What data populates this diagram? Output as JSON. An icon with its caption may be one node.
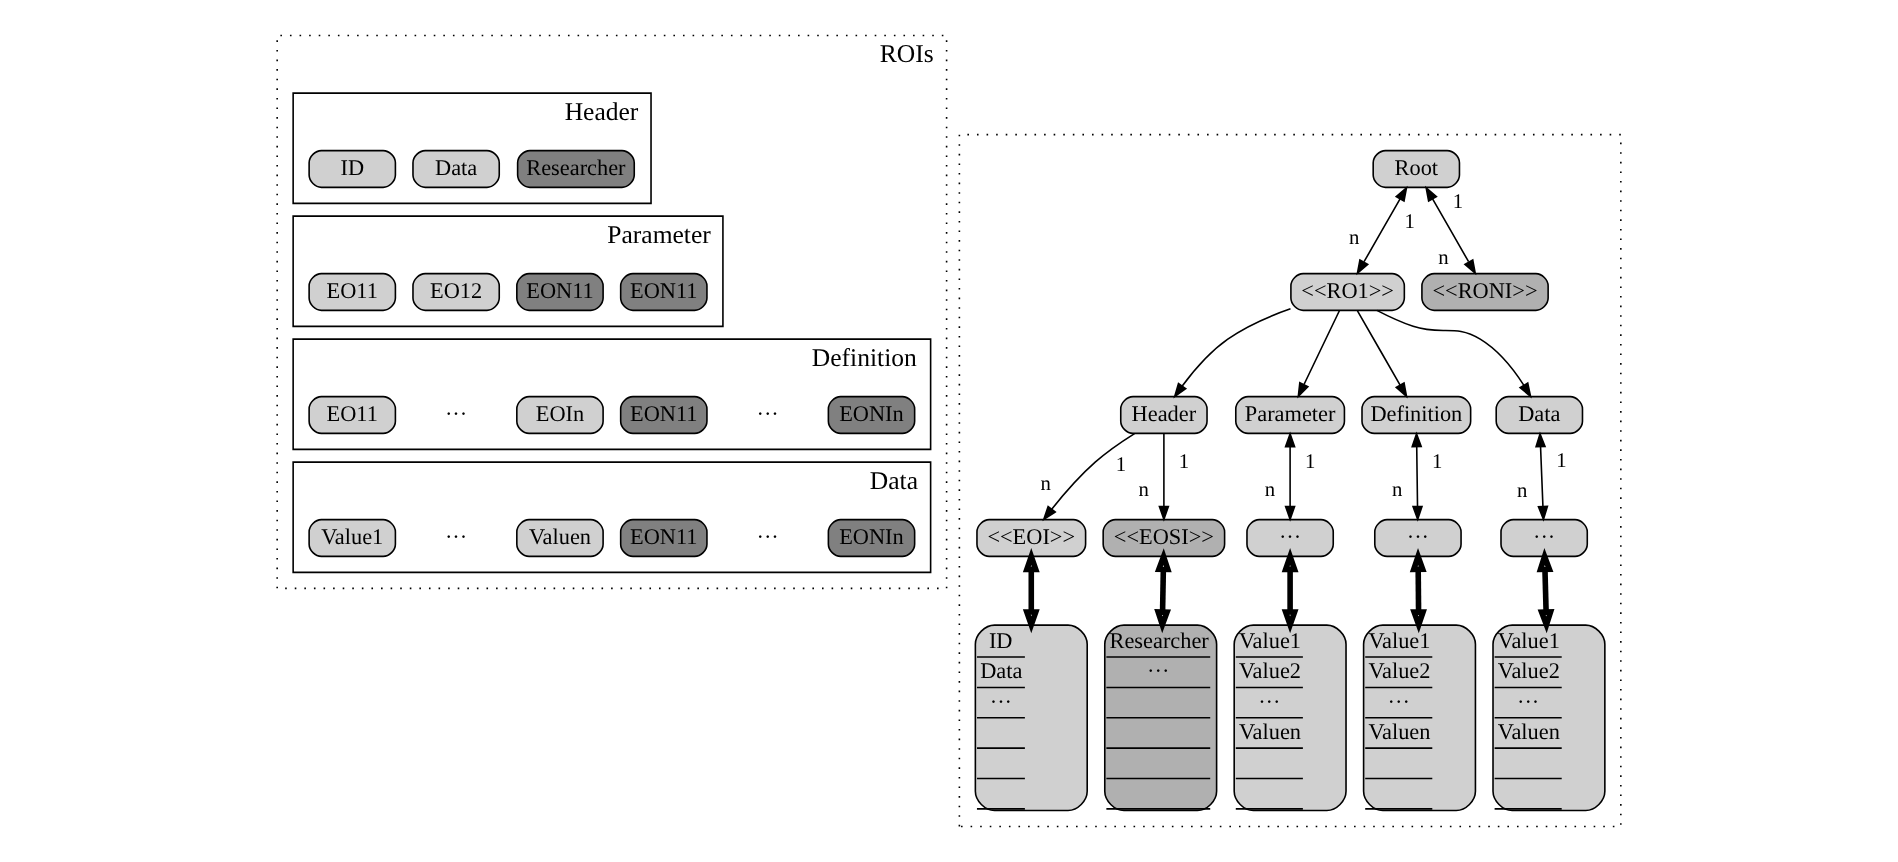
{
  "diagram": {
    "nodes": [
      {
        "text": [
          "ROIs"
        ]
      },
      {
        "text": [
          "Header"
        ],
        "in": 0
      },
      {
        "text": [
          "ID"
        ],
        "in": 1
      },
      {
        "text": [
          "Data"
        ],
        "in": 1
      },
      {
        "text": [
          "Researcher"
        ],
        "in": 1
      },
      {
        "text": [
          "Parameter"
        ],
        "in": 0
      },
      {
        "text": [
          "EO11"
        ],
        "in": 5
      },
      {
        "text": [
          "EO12"
        ],
        "in": 5
      },
      {
        "text": [
          "EON11"
        ],
        "in": 5
      },
      {
        "text": [
          "EON11"
        ],
        "in": 5
      },
      {
        "text": [
          "Definition"
        ],
        "in": 0
      },
      {
        "text": [
          "EO11"
        ],
        "in": 10
      },
      {
        "text": [
          "EOIn"
        ],
        "in": 10
      },
      {
        "text": [
          "EON11"
        ],
        "in": 10
      },
      {
        "text": [
          "EONIn"
        ],
        "in": 10
      },
      {
        "text": [
          "Data"
        ],
        "in": 0
      },
      {
        "text": [
          "Value1"
        ],
        "in": 15
      },
      {
        "text": [
          "Valuen"
        ],
        "in": 15
      },
      {
        "text": [
          "EON11"
        ],
        "in": 15
      },
      {
        "text": [
          "EONIn"
        ],
        "in": 15
      },
      {
        "text": [],
        "shape": "box"
      },
      {
        "text": [
          "Root"
        ],
        "in": 20
      },
      {
        "text": [
          "<<RO1>>"
        ],
        "in": 20
      },
      {
        "text": [
          "<<RONI>>"
        ],
        "in": 20
      },
      {
        "text": [
          "Header"
        ],
        "in": 20
      },
      {
        "text": [
          "Parameter"
        ],
        "in": 20
      },
      {
        "text": [
          "Definition"
        ],
        "in": 20
      },
      {
        "text": [
          "Data"
        ],
        "in": 20
      },
      {
        "text": [
          "<<EOI>>"
        ],
        "in": 20
      },
      {
        "text": [
          "<<EOSI>>"
        ],
        "in": 20
      },
      {
        "text": [
          "···"
        ],
        "in": 20
      },
      {
        "text": [
          "···"
        ],
        "in": 20
      },
      {
        "text": [
          "···"
        ],
        "in": 20
      },
      {
        "text": [
          "ID",
          "Data",
          "···"
        ],
        "in": 20
      },
      {
        "text": [
          "Researcher",
          "···"
        ],
        "in": 20
      },
      {
        "text": [
          "Value1",
          "Value2",
          "···",
          "Valuen"
        ],
        "in": 20
      },
      {
        "text": [
          "Value1",
          "Value2",
          "···",
          "Valuen"
        ],
        "in": 20
      },
      {
        "text": [
          "Value1",
          "Value2",
          "···",
          "Valuen"
        ],
        "in": 20
      }
    ],
    "edges": [
      {
        "from": 21,
        "to": 22,
        "arrow": "both"
      },
      {
        "from": 21,
        "to": 23,
        "arrow": "both"
      },
      {
        "from": 22,
        "to": 24,
        "arrow": "to"
      },
      {
        "from": 22,
        "to": 25,
        "arrow": "to"
      },
      {
        "from": 22,
        "to": 26,
        "arrow": "to"
      },
      {
        "from": 22,
        "to": 27,
        "arrow": "to"
      },
      {
        "from": 24,
        "to": 28,
        "arrow": "to"
      },
      {
        "from": 24,
        "to": 29,
        "arrow": "to"
      },
      {
        "from": 25,
        "to": 30,
        "arrow": "both"
      },
      {
        "from": 26,
        "to": 31,
        "arrow": "both"
      },
      {
        "from": 27,
        "to": 32,
        "arrow": "both"
      },
      {
        "from": 28,
        "to": 33,
        "arrow": "both",
        "style": "thick"
      },
      {
        "from": 29,
        "to": 34,
        "arrow": "both",
        "style": "thick"
      },
      {
        "from": 30,
        "to": 35,
        "arrow": "both",
        "style": "thick"
      },
      {
        "from": 31,
        "to": 36,
        "arrow": "both",
        "style": "thick"
      },
      {
        "from": 32,
        "to": 37,
        "arrow": "both",
        "style": "thick"
      }
    ],
    "labels": [
      "···",
      "···",
      "···",
      "···",
      "1",
      "n",
      "1",
      "n",
      "1",
      "n",
      "1",
      "n",
      "1",
      "n",
      "1",
      "n",
      "1",
      "n"
    ]
  }
}
